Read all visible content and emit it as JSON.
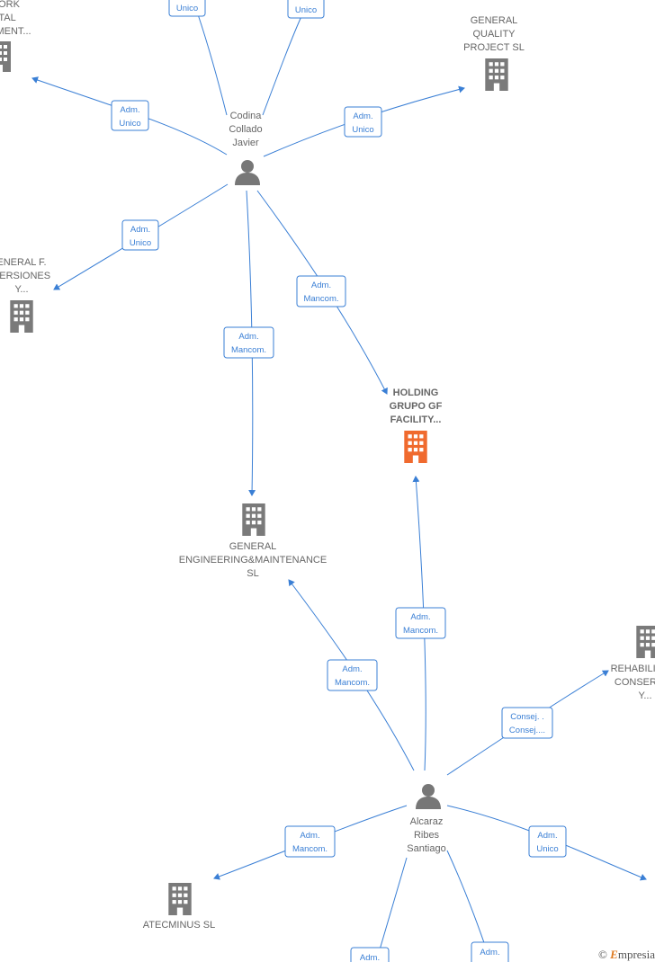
{
  "colors": {
    "edge": "#3a7fd5",
    "company": "#7a7a7a",
    "focus_company": "#f06a2e",
    "person": "#777777"
  },
  "persons": [
    {
      "id": "p1",
      "label": [
        "Codina",
        "Collado",
        "Javier"
      ]
    },
    {
      "id": "p2",
      "label": [
        "Alcaraz",
        "Ribes",
        "Santiago"
      ]
    }
  ],
  "companies": [
    {
      "id": "c_top_left",
      "label": [
        "ORK",
        "TAL",
        "MENT..."
      ]
    },
    {
      "id": "c_gq",
      "label": [
        "GENERAL",
        "QUALITY",
        "PROJECT  SL"
      ]
    },
    {
      "id": "c_gf",
      "label": [
        "ENERAL F.",
        "VERSIONES",
        "Y..."
      ]
    },
    {
      "id": "c_holding",
      "label": [
        "HOLDING",
        "GRUPO GF",
        "FACILITY..."
      ],
      "focus": true
    },
    {
      "id": "c_gem",
      "label": [
        "GENERAL",
        "ENGINEERING&MAINTENANCE",
        "SL"
      ]
    },
    {
      "id": "c_rehab",
      "label": [
        "REHABILIT",
        "CONSERV",
        "Y..."
      ]
    },
    {
      "id": "c_atec",
      "label": [
        "ATECMINUS SL"
      ]
    }
  ],
  "roles": [
    {
      "id": "r1",
      "lines": [
        "Unico"
      ]
    },
    {
      "id": "r2",
      "lines": [
        "Unico"
      ]
    },
    {
      "id": "r3",
      "lines": [
        "Adm.",
        "Unico"
      ]
    },
    {
      "id": "r4",
      "lines": [
        "Adm.",
        "Unico"
      ]
    },
    {
      "id": "r5",
      "lines": [
        "Adm.",
        "Unico"
      ]
    },
    {
      "id": "r6",
      "lines": [
        "Adm.",
        "Mancom."
      ]
    },
    {
      "id": "r7",
      "lines": [
        "Adm.",
        "Mancom."
      ]
    },
    {
      "id": "r8",
      "lines": [
        "Adm.",
        "Mancom."
      ]
    },
    {
      "id": "r9",
      "lines": [
        "Adm.",
        "Mancom."
      ]
    },
    {
      "id": "r10",
      "lines": [
        "Consej. .",
        "Consej...."
      ]
    },
    {
      "id": "r11",
      "lines": [
        "Adm.",
        "Mancom."
      ]
    },
    {
      "id": "r12",
      "lines": [
        "Adm.",
        "Unico"
      ]
    },
    {
      "id": "r13",
      "lines": [
        "Adm."
      ]
    },
    {
      "id": "r14",
      "lines": [
        "Adm."
      ]
    }
  ],
  "footer": {
    "copyright": "©",
    "brand_initial": "E",
    "brand_rest": "mpresia"
  }
}
